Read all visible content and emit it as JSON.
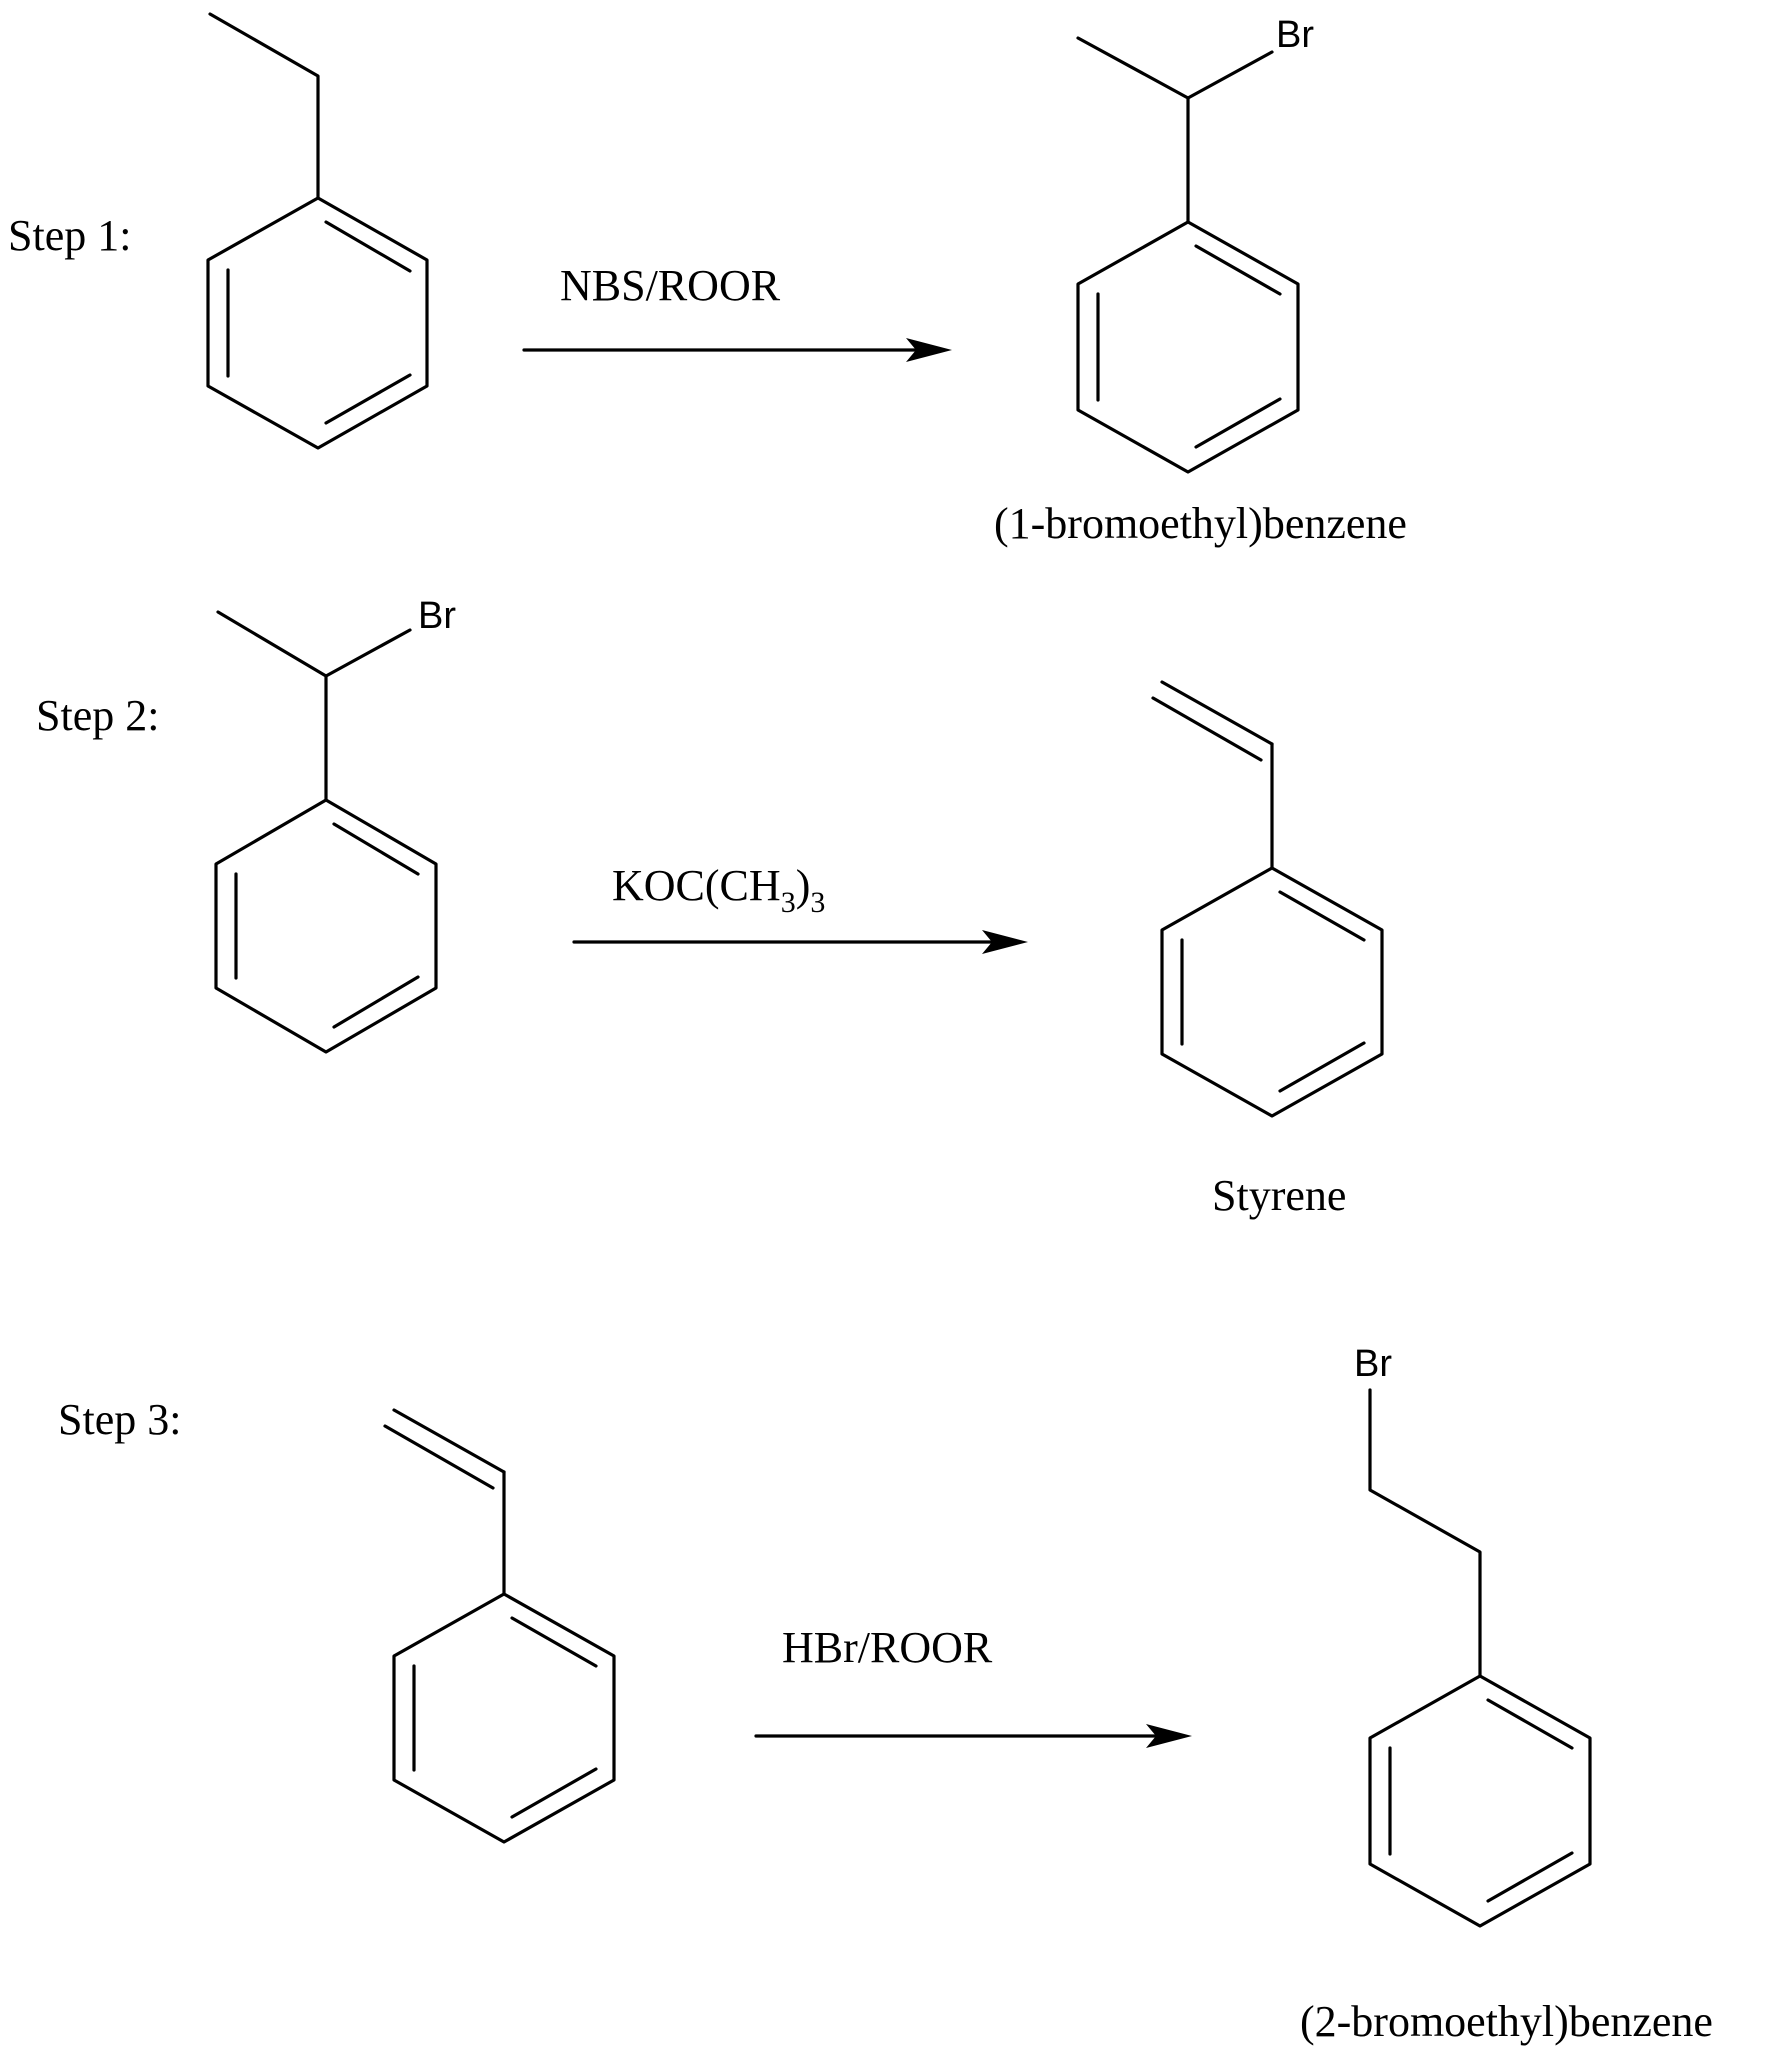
{
  "steps": [
    {
      "label": "Step 1:",
      "reagent": "NBS/ROOR",
      "product_name": "(1-bromoethyl)benzene",
      "product_atom": "Br"
    },
    {
      "label": "Step 2:",
      "reagent_parts": {
        "prefix": "KOC(CH",
        "sub1": "3",
        "mid": ")",
        "sub2": "3"
      },
      "reactant_atom": "Br",
      "product_name": "Styrene"
    },
    {
      "label": "Step 3:",
      "reagent": "HBr/ROOR",
      "product_name": "(2-bromoethyl)benzene",
      "product_atom": "Br"
    }
  ]
}
